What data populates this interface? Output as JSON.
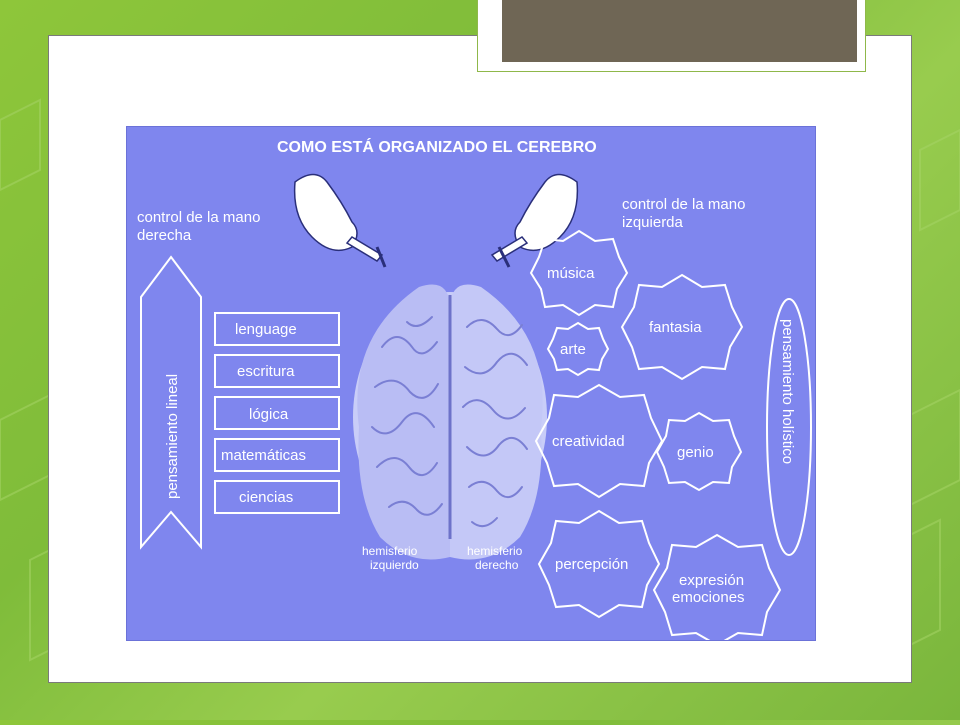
{
  "diagram": {
    "title": "COMO ESTÁ ORGANIZADO EL CEREBRO",
    "left_hand_label": [
      "control de la mano",
      "derecha"
    ],
    "right_hand_label": [
      "control de la mano",
      "izquierda"
    ],
    "left_arrow_label": "pensamiento lineal",
    "right_oval_label": "pensamiento holístico",
    "left_boxes": [
      "lenguage",
      "escritura",
      "lógica",
      "matemáticas",
      "ciencias"
    ],
    "left_hemisphere_label": [
      "hemisferio",
      "izquierdo"
    ],
    "right_hemisphere_label": [
      "hemisferio",
      "derecho"
    ],
    "right_stars": [
      "música",
      "arte",
      "fantasia",
      "creatividad",
      "genio",
      "percepción",
      "expresión",
      "emociones"
    ],
    "colors": {
      "background": "#7f86ee",
      "text": "#ffffff",
      "brain": "#c9cdf8",
      "slide_green": "#8ec63a",
      "title_tab": "#6f6655"
    }
  }
}
